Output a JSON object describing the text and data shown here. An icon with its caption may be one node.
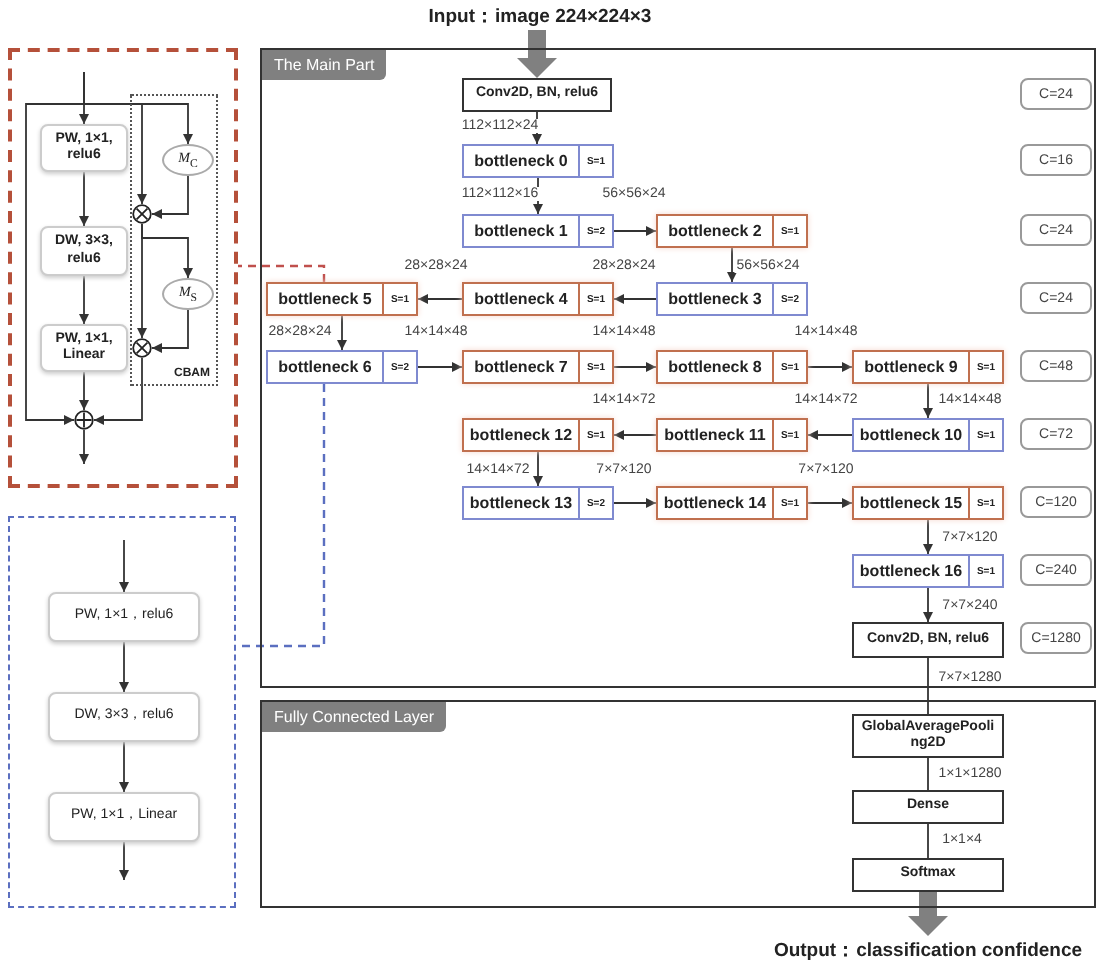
{
  "diagram": {
    "nodes": [
      {
        "text": [
          "Input：image 224×224×3"
        ]
      },
      {
        "text": [
          "The Main Part"
        ]
      },
      {
        "text": [
          "Conv2D, BN, relu6"
        ],
        "in": 1
      },
      {
        "text": [
          "bottleneck 0",
          "S=1"
        ],
        "in": 1
      },
      {
        "text": [
          "bottleneck 1",
          "S=2"
        ],
        "in": 1
      },
      {
        "text": [
          "bottleneck 2",
          "S=1"
        ],
        "in": 1
      },
      {
        "text": [
          "bottleneck 3",
          "S=2"
        ],
        "in": 1
      },
      {
        "text": [
          "bottleneck 4",
          "S=1"
        ],
        "in": 1
      },
      {
        "text": [
          "bottleneck 5",
          "S=1"
        ],
        "in": 1
      },
      {
        "text": [
          "bottleneck 6",
          "S=2"
        ],
        "in": 1
      },
      {
        "text": [
          "bottleneck 7",
          "S=1"
        ],
        "in": 1
      },
      {
        "text": [
          "bottleneck 8",
          "S=1"
        ],
        "in": 1
      },
      {
        "text": [
          "bottleneck 9",
          "S=1"
        ],
        "in": 1
      },
      {
        "text": [
          "bottleneck 10",
          "S=1"
        ],
        "in": 1
      },
      {
        "text": [
          "bottleneck 11",
          "S=1"
        ],
        "in": 1
      },
      {
        "text": [
          "bottleneck 12",
          "S=1"
        ],
        "in": 1
      },
      {
        "text": [
          "bottleneck 13",
          "S=2"
        ],
        "in": 1
      },
      {
        "text": [
          "bottleneck 14",
          "S=1"
        ],
        "in": 1
      },
      {
        "text": [
          "bottleneck 15",
          "S=1"
        ],
        "in": 1
      },
      {
        "text": [
          "bottleneck 16",
          "S=1"
        ],
        "in": 1
      },
      {
        "text": [
          "Conv2D, BN, relu6"
        ],
        "in": 1
      },
      {
        "text": [
          "C=24"
        ],
        "in": 1
      },
      {
        "text": [
          "C=16"
        ],
        "in": 1
      },
      {
        "text": [
          "C=24"
        ],
        "in": 1
      },
      {
        "text": [
          "C=24"
        ],
        "in": 1
      },
      {
        "text": [
          "C=48"
        ],
        "in": 1
      },
      {
        "text": [
          "C=72"
        ],
        "in": 1
      },
      {
        "text": [
          "C=120"
        ],
        "in": 1
      },
      {
        "text": [
          "C=240"
        ],
        "in": 1
      },
      {
        "text": [
          "C=1280"
        ],
        "in": 1
      },
      {
        "text": [
          "Fully Connected Layer"
        ]
      },
      {
        "text": [
          "GlobalAveragePooling2D"
        ],
        "in": 30
      },
      {
        "text": [
          "Dense"
        ],
        "in": 30
      },
      {
        "text": [
          "Softmax"
        ],
        "in": 30
      },
      {
        "text": [
          "Output：classification confidence"
        ]
      },
      {
        "text": [],
        "shape": "box"
      },
      {
        "text": [
          "PW, 1×1, relu6"
        ],
        "in": 35
      },
      {
        "text": [
          "DW, 3×3, relu6"
        ],
        "in": 35
      },
      {
        "text": [
          "PW, 1×1, Linear"
        ],
        "in": 35
      },
      {
        "text": [
          "CBAM"
        ],
        "in": 35
      },
      {
        "text": [
          "*M*$_{C}$"
        ],
        "in": 39
      },
      {
        "text": [
          "*M*$_{S}$"
        ],
        "in": 39
      },
      {
        "text": [],
        "shape": "circle",
        "in": 39
      },
      {
        "text": [],
        "shape": "circle",
        "in": 39
      },
      {
        "text": [],
        "shape": "circle",
        "in": 35
      },
      {
        "text": [],
        "shape": "box"
      },
      {
        "text": [
          "PW, 1×1，relu6"
        ],
        "in": 45
      },
      {
        "text": [
          "DW, 3×3，relu6"
        ],
        "in": 45
      },
      {
        "text": [
          "PW, 1×1，Linear"
        ],
        "in": 45
      }
    ],
    "edges": [
      {
        "from": 0,
        "to": 2,
        "arrow": "to",
        "style": "thick",
        "color": "#808080"
      },
      {
        "from": 2,
        "to": 3,
        "arrow": "to",
        "label": "112×112×24"
      },
      {
        "from": 3,
        "to": 4,
        "arrow": "to",
        "label": "112×112×16"
      },
      {
        "from": 4,
        "to": 5,
        "arrow": "to",
        "label": "56×56×24"
      },
      {
        "from": 5,
        "to": 6,
        "arrow": "to",
        "label": "56×56×24"
      },
      {
        "from": 6,
        "to": 7,
        "arrow": "to",
        "label": "28×28×24"
      },
      {
        "from": 7,
        "to": 8,
        "arrow": "to",
        "label": "28×28×24"
      },
      {
        "from": 8,
        "to": 9,
        "arrow": "to",
        "label": "28×28×24"
      },
      {
        "from": 9,
        "to": 10,
        "arrow": "to",
        "label": "14×14×48"
      },
      {
        "from": 10,
        "to": 11,
        "arrow": "to",
        "label": "14×14×48"
      },
      {
        "from": 11,
        "to": 12,
        "arrow": "to",
        "label": "14×14×48"
      },
      {
        "from": 12,
        "to": 13,
        "arrow": "to",
        "label": "14×14×48"
      },
      {
        "from": 13,
        "to": 14,
        "arrow": "to",
        "label": "14×14×72"
      },
      {
        "from": 14,
        "to": 15,
        "arrow": "to",
        "label": "14×14×72"
      },
      {
        "from": 15,
        "to": 16,
        "arrow": "to",
        "label": "14×14×72"
      },
      {
        "from": 16,
        "to": 17,
        "arrow": "to",
        "label": "7×7×120"
      },
      {
        "from": 17,
        "to": 18,
        "arrow": "to",
        "label": "7×7×120"
      },
      {
        "from": 18,
        "to": 19,
        "arrow": "to",
        "label": "7×7×120"
      },
      {
        "from": 19,
        "to": 20,
        "arrow": "to",
        "label": "7×7×240"
      },
      {
        "from": 20,
        "to": 31,
        "arrow": "none",
        "label": "7×7×1280"
      },
      {
        "from": 31,
        "to": 32,
        "arrow": "none",
        "label": "1×1×1280"
      },
      {
        "from": 32,
        "to": 33,
        "arrow": "none",
        "label": "1×1×4"
      },
      {
        "from": 33,
        "to": 34,
        "arrow": "to",
        "style": "thick",
        "color": "#808080"
      },
      {
        "from": 8,
        "to": 35,
        "arrow": "none",
        "style": "dashed",
        "color": "#c0504d"
      },
      {
        "from": 9,
        "to": 45,
        "arrow": "none",
        "style": "dashed",
        "color": "#5b6fc0"
      },
      {
        "from": null,
        "to": 36,
        "arrow": "to"
      },
      {
        "from": 36,
        "to": 37,
        "arrow": "to"
      },
      {
        "from": 37,
        "to": 38,
        "arrow": "to"
      },
      {
        "from": 38,
        "to": 44,
        "arrow": "to"
      },
      {
        "from": 44,
        "to": null,
        "arrow": "to"
      },
      {
        "from": null,
        "to": 44,
        "arrow": "to"
      },
      {
        "from": null,
        "to": 40,
        "arrow": "to"
      },
      {
        "from": null,
        "to": 42,
        "arrow": "to"
      },
      {
        "from": 40,
        "to": 42,
        "arrow": "to"
      },
      {
        "from": 42,
        "to": 41,
        "arrow": "to"
      },
      {
        "from": 42,
        "to": 43,
        "arrow": "to"
      },
      {
        "from": 41,
        "to": 43,
        "arrow": "to"
      },
      {
        "from": 43,
        "to": 44,
        "arrow": "to"
      },
      {
        "from": null,
        "to": 46,
        "arrow": "to"
      },
      {
        "from": 46,
        "to": 47,
        "arrow": "to"
      },
      {
        "from": 47,
        "to": 48,
        "arrow": "to"
      },
      {
        "from": 48,
        "to": null,
        "arrow": "to"
      }
    ]
  }
}
